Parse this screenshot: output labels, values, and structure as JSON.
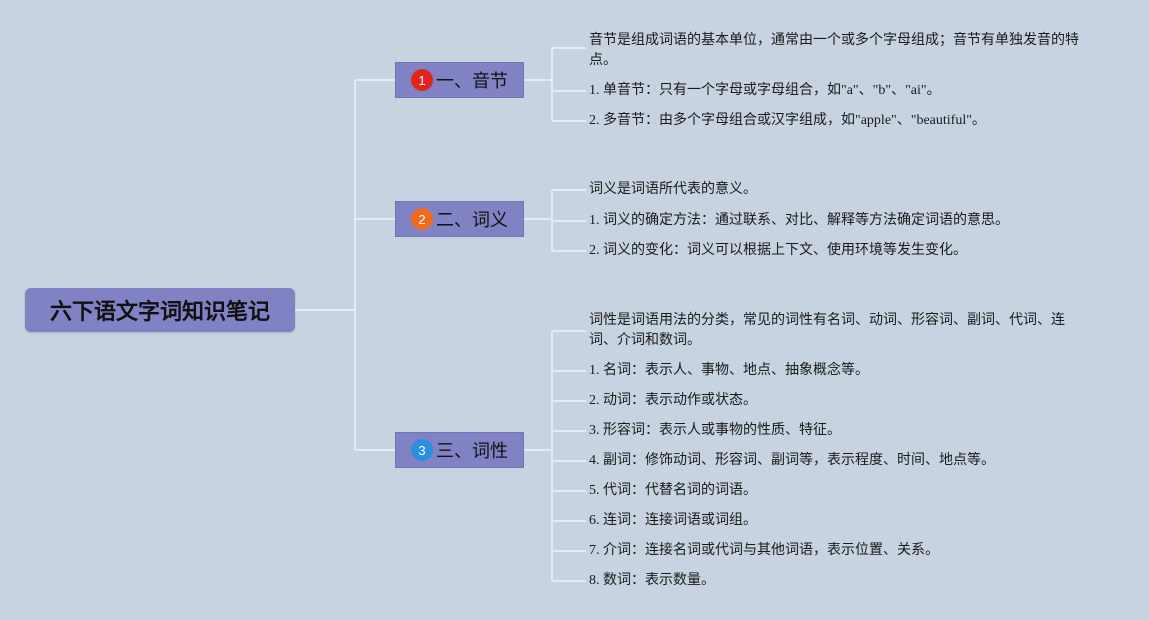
{
  "root": {
    "label": "六下语文字词知识笔记"
  },
  "branches": [
    {
      "number": "1",
      "label": "一、音节",
      "badge_color": "#e0261c",
      "items": [
        "音节是组成词语的基本单位，通常由一个或多个字母组成；音节有单独发音的特点。",
        "1. 单音节：只有一个字母或字母组合，如\"a\"、\"b\"、\"ai\"。",
        "2. 多音节：由多个字母组合或汉字组成，如\"apple\"、\"beautiful\"。"
      ]
    },
    {
      "number": "2",
      "label": "二、词义",
      "badge_color": "#f26a1b",
      "items": [
        "词义是词语所代表的意义。",
        "1. 词义的确定方法：通过联系、对比、解释等方法确定词语的意思。",
        "2. 词义的变化：词义可以根据上下文、使用环境等发生变化。"
      ]
    },
    {
      "number": "3",
      "label": "三、词性",
      "badge_color": "#2b8fe0",
      "items": [
        "词性是词语用法的分类，常见的词性有名词、动词、形容词、副词、代词、连词、介词和数词。",
        "1. 名词：表示人、事物、地点、抽象概念等。",
        "2. 动词：表示动作或状态。",
        "3. 形容词：表示人或事物的性质、特征。",
        "4. 副词：修饰动词、形容词、副词等，表示程度、时间、地点等。",
        "5. 代词：代替名词的词语。",
        "6. 连词：连接词语或词组。",
        "7. 介词：连接名词或代词与其他词语，表示位置、关系。",
        "8. 数词：表示数量。"
      ]
    }
  ]
}
